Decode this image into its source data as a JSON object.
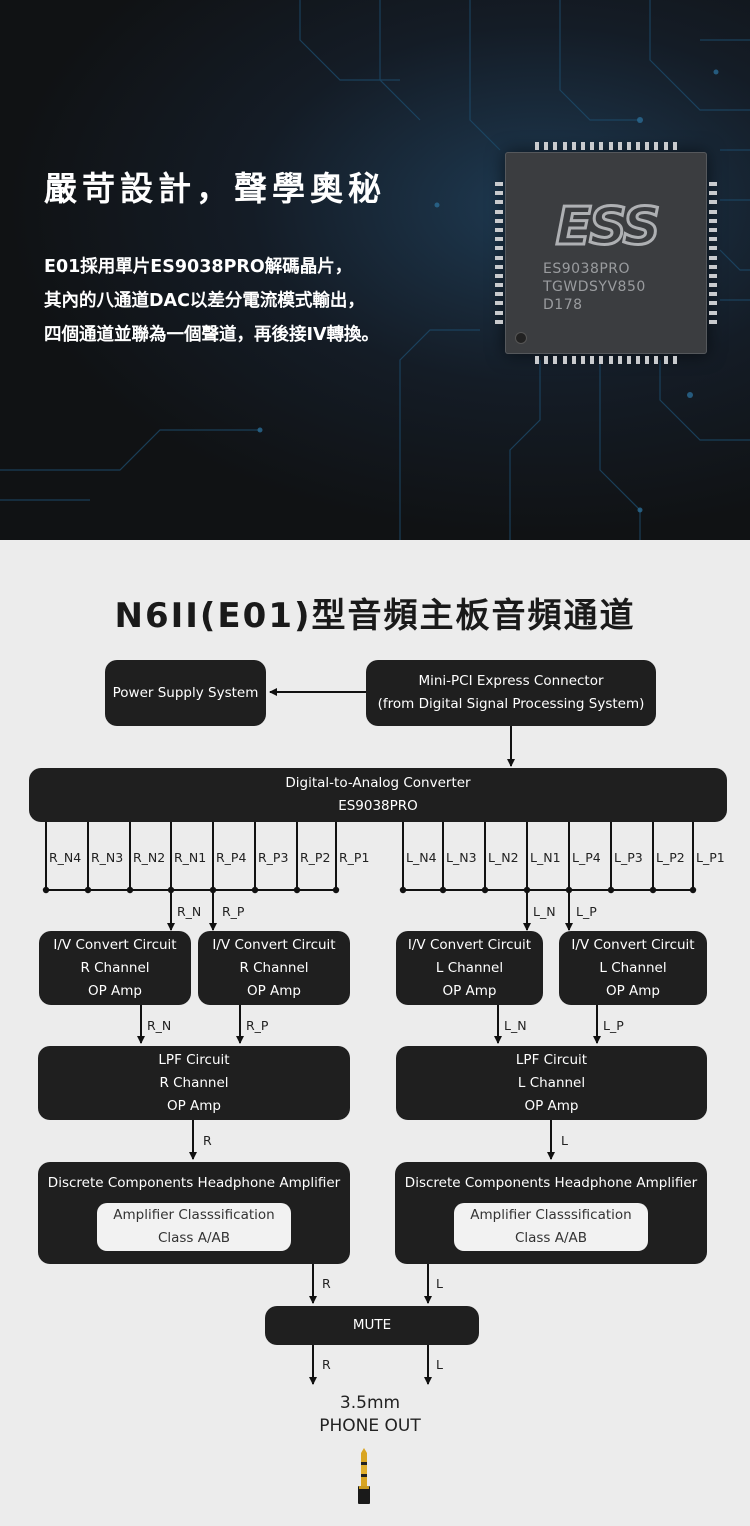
{
  "hero": {
    "title": "嚴苛設計，聲學奧秘",
    "lines": [
      "E01採用單片ES9038PRO解碼晶片，",
      "其內的八通道DAC以差分電流模式輸出，",
      "四個通道並聯為一個聲道，再後接IV轉換。"
    ],
    "chip": {
      "logo": "ESS",
      "line1": "ES9038PRO",
      "line2": "TGWDSYV850",
      "line3": "D178"
    }
  },
  "diagram": {
    "title": "N6II(E01)型音頻主板音頻通道",
    "power": "Power Supply System",
    "connector": [
      "Mini-PCI Express Connector",
      "(from Digital Signal Processing System)"
    ],
    "dac": [
      "Digital-to-Analog Converter",
      "ES9038PRO"
    ],
    "pins_r": [
      "R_N4",
      "R_N3",
      "R_N2",
      "R_N1",
      "R_P4",
      "R_P3",
      "R_P2",
      "R_P1"
    ],
    "pins_l": [
      "L_N4",
      "L_N3",
      "L_N2",
      "L_N1",
      "L_P4",
      "L_P3",
      "L_P2",
      "L_P1"
    ],
    "labels": {
      "rn": "R_N",
      "rp": "R_P",
      "ln": "L_N",
      "lp": "L_P",
      "r": "R",
      "l": "L"
    },
    "iv_r1": [
      "I/V Convert Circuit",
      "R Channel",
      "OP Amp"
    ],
    "iv_r2": [
      "I/V Convert Circuit",
      "R Channel",
      "OP Amp"
    ],
    "iv_l1": [
      "I/V Convert Circuit",
      "L Channel",
      "OP Amp"
    ],
    "iv_l2": [
      "I/V Convert Circuit",
      "L Channel",
      "OP Amp"
    ],
    "lpf_r": [
      "LPF Circuit",
      "R Channel",
      "OP Amp"
    ],
    "lpf_l": [
      "LPF Circuit",
      "L Channel",
      "OP Amp"
    ],
    "amp": "Discrete Components Headphone Amplifier",
    "amp_class": [
      "Amplifier Classsification",
      "Class A/AB"
    ],
    "mute": "MUTE",
    "output": [
      "3.5mm",
      "PHONE OUT"
    ]
  }
}
